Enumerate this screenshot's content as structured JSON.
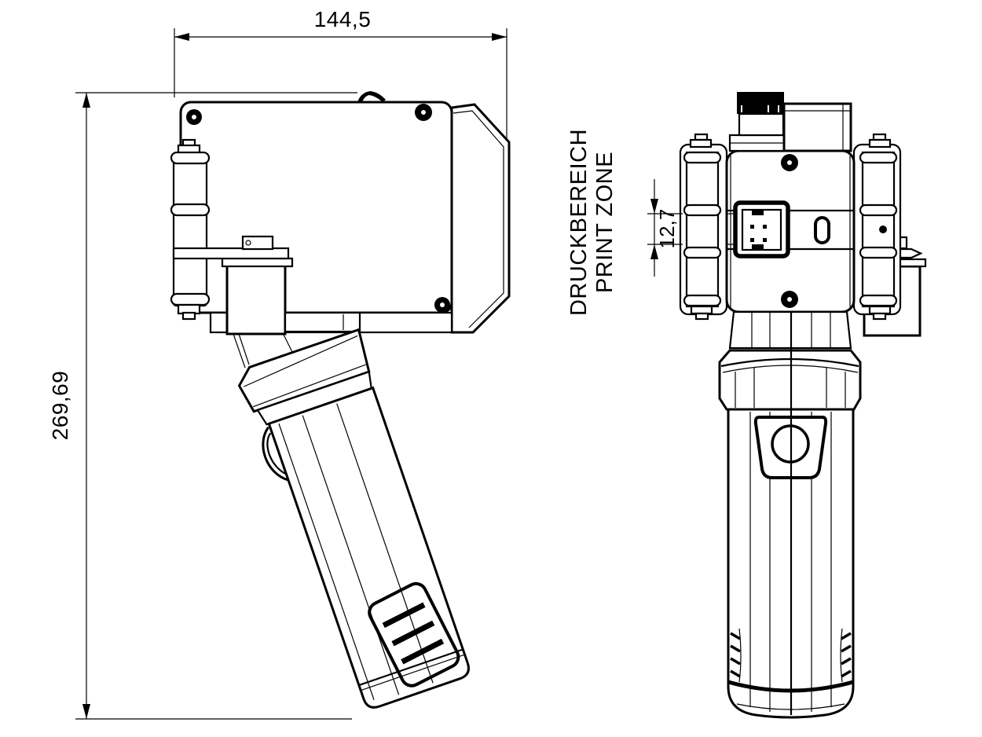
{
  "sheet": {
    "background": "#ffffff",
    "line_color": "#000000",
    "description": "Technical dimension drawing of handheld inkjet printer, side view and front view"
  },
  "side": {
    "dim_width": "144,5",
    "dim_height": "269,69"
  },
  "front": {
    "label_de": "DRUCKBEREICH",
    "label_en": "PRINT ZONE",
    "dim_print_zone": "12,7"
  }
}
